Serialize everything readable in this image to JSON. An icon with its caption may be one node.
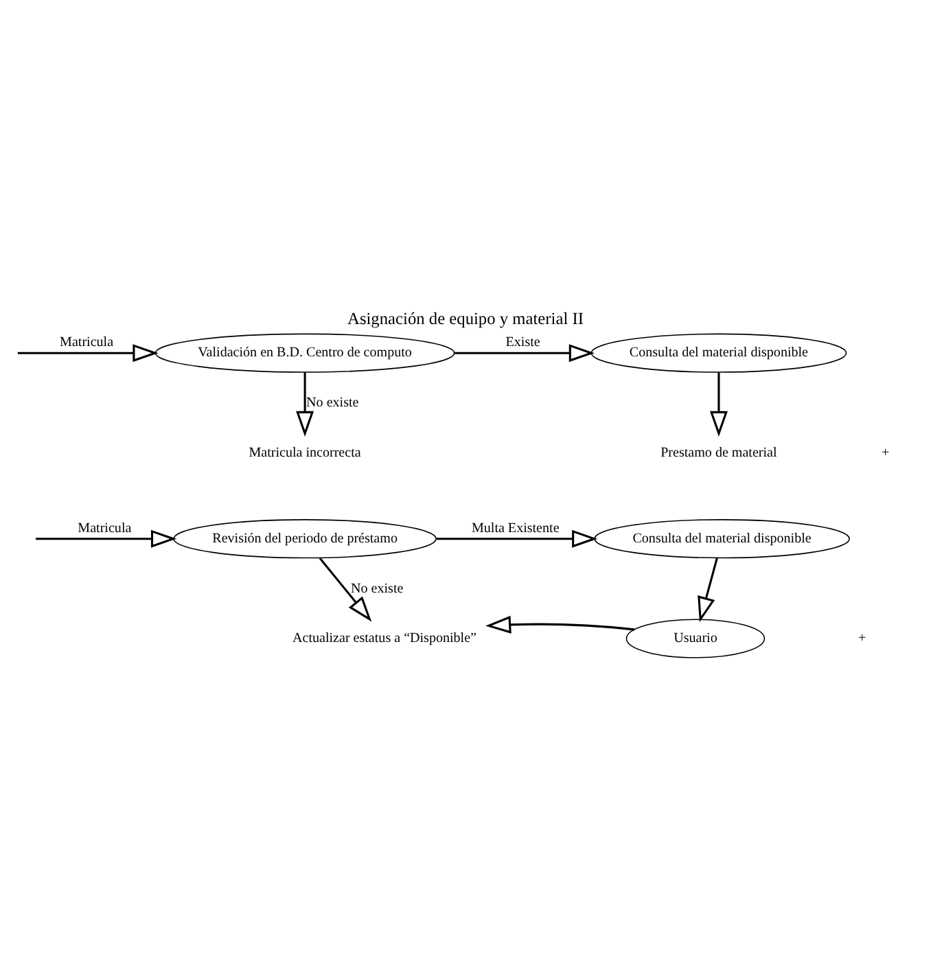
{
  "diagram": {
    "title": "Asignación de equipo y material II",
    "nodes": [
      {
        "text": [
          "Validación en B.D. Centro de computo"
        ]
      },
      {
        "text": [
          "Consulta del material disponible"
        ]
      },
      {
        "text": [
          "Matricula incorrecta"
        ]
      },
      {
        "text": [
          "Prestamo de material"
        ]
      },
      {
        "text": [
          "Revisión del periodo de préstamo"
        ]
      },
      {
        "text": [
          "Consulta del material disponible"
        ]
      },
      {
        "text": [
          "Actualizar estatus a “Disponible”"
        ]
      },
      {
        "text": [
          "Usuario"
        ]
      }
    ],
    "edges": [
      {
        "from": null,
        "to": 0,
        "arrow": "to",
        "label": "Matricula"
      },
      {
        "from": 0,
        "to": 1,
        "arrow": "to",
        "label": "Existe"
      },
      {
        "from": 0,
        "to": 2,
        "arrow": "to",
        "label": "No existe"
      },
      {
        "from": 1,
        "to": 3,
        "arrow": "to"
      },
      {
        "from": null,
        "to": 4,
        "arrow": "to",
        "label": "Matricula"
      },
      {
        "from": 4,
        "to": 5,
        "arrow": "to",
        "label": "Multa Existente"
      },
      {
        "from": 4,
        "to": 6,
        "arrow": "to",
        "label": "No existe"
      },
      {
        "from": 5,
        "to": 7,
        "arrow": "to"
      },
      {
        "from": 7,
        "to": 6,
        "arrow": "to"
      }
    ],
    "labels": [
      "+",
      "+"
    ]
  }
}
